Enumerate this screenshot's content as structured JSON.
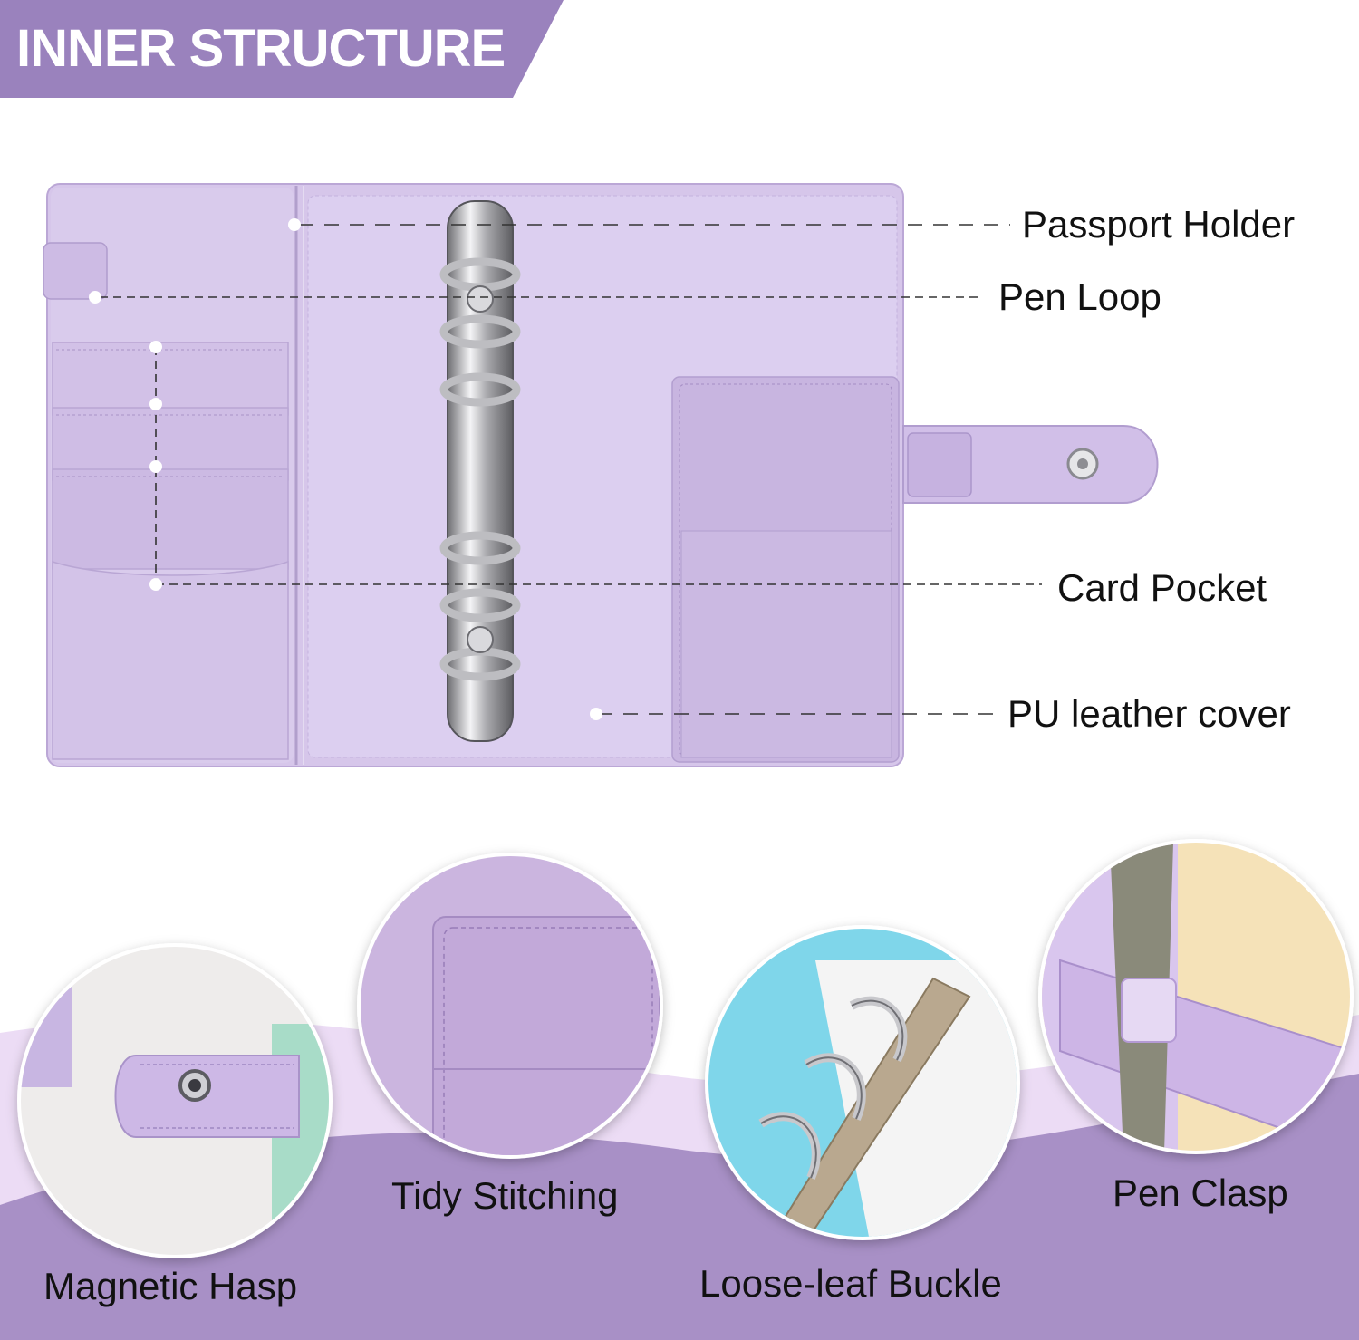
{
  "banner": {
    "title": "INNER STRUCTURE"
  },
  "callouts": {
    "passport_holder": "Passport Holder",
    "pen_loop": "Pen Loop",
    "card_pocket": "Card Pocket",
    "pu_leather_cover": "PU leather cover"
  },
  "features": {
    "magnetic_hasp": "Magnetic Hasp",
    "tidy_stitching": "Tidy Stitching",
    "loose_leaf_buckle": "Loose-leaf Buckle",
    "pen_clasp": "Pen Clasp"
  },
  "colors": {
    "banner": "#9a82bd",
    "binder_lavender": "#d4c3e8",
    "wave_dark": "#a48bc4",
    "wave_light": "#e9d9f3"
  }
}
